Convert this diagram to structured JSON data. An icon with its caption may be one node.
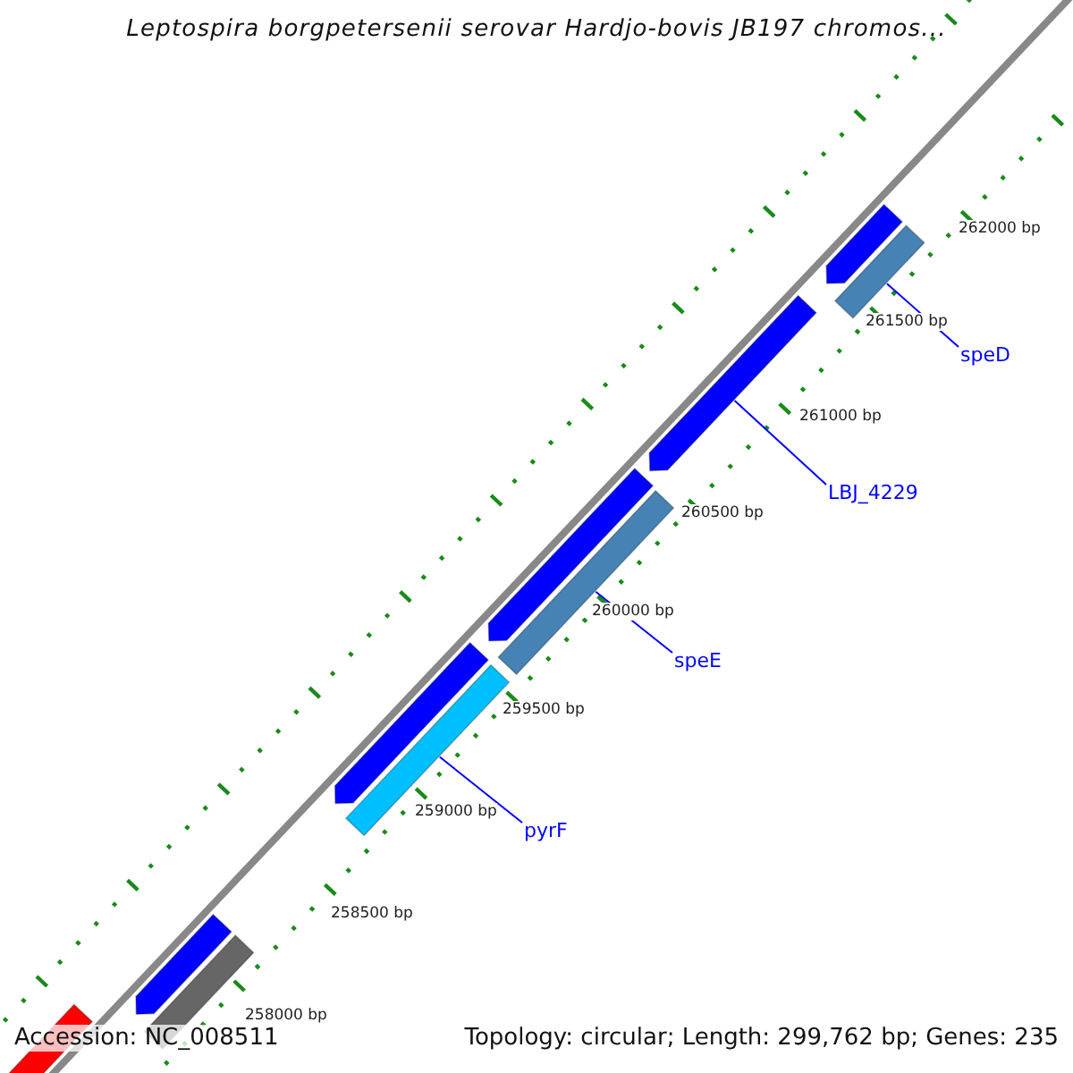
{
  "diagram": {
    "title": "Leptospira borgpetersenii serovar Hardjo-bovis JB197 chromos...",
    "nodes": [
      {
        "text": [
          "speD"
        ]
      },
      {
        "text": [],
        "shape": "bar"
      },
      {
        "text": [
          "LBJ_4229"
        ]
      },
      {
        "text": [],
        "shape": "bar"
      },
      {
        "text": [
          "speE"
        ]
      },
      {
        "text": [],
        "shape": "bar"
      },
      {
        "text": [
          "pyrF"
        ]
      },
      {
        "text": [],
        "shape": "bar"
      },
      {
        "text": [],
        "shape": "bar"
      },
      {
        "text": [],
        "shape": "bar"
      },
      {
        "text": [],
        "shape": "bar"
      },
      {
        "text": [],
        "shape": "bar"
      },
      {
        "text": [],
        "shape": "bar"
      },
      {
        "text": [],
        "shape": "bar"
      }
    ],
    "edges": [
      {
        "from": 0,
        "to": 1,
        "arrow": "none"
      },
      {
        "from": 2,
        "to": 3,
        "arrow": "none"
      },
      {
        "from": 4,
        "to": 5,
        "arrow": "none"
      },
      {
        "from": 6,
        "to": 7,
        "arrow": "none"
      }
    ],
    "labels": [
      "262000 bp",
      "261500 bp",
      "261000 bp",
      "260500 bp",
      "260000 bp",
      "259500 bp",
      "259000 bp",
      "258500 bp",
      "258000 bp",
      "Accession: NC_008511",
      "Topology: circular; Length: 299,762 bp; Genes: 235"
    ]
  }
}
